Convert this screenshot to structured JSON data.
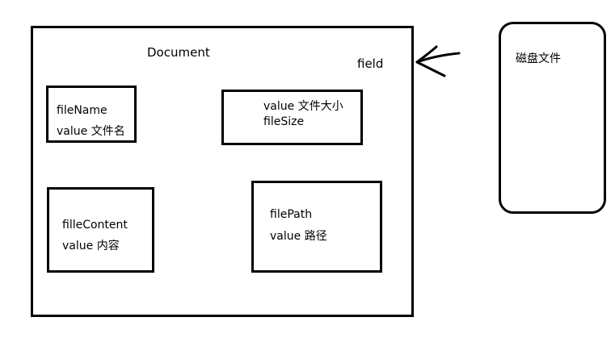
{
  "diagram": {
    "document": {
      "title": "Document",
      "field_label": "field"
    },
    "boxes": [
      {
        "line1": "fileName",
        "line2": "value 文件名"
      },
      {
        "line1": "value 文件大小",
        "line2": "fileSize"
      },
      {
        "line1": "filleContent",
        "line2": "value 内容"
      },
      {
        "line1": "filePath",
        "line2": "value 路径"
      }
    ],
    "disk": {
      "label": "磁盘文件"
    }
  }
}
